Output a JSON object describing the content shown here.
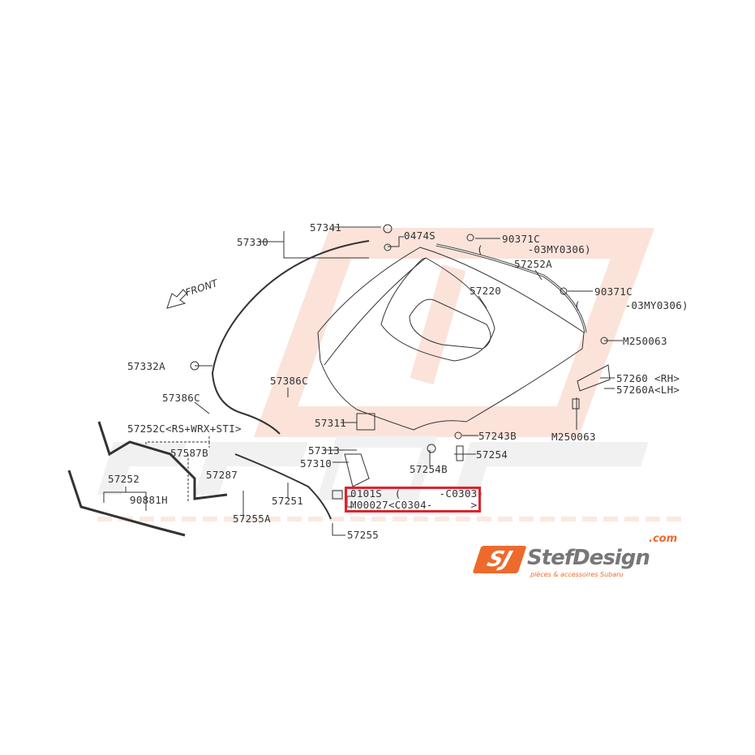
{
  "labels": {
    "p57341": "57341",
    "p57330": "57330",
    "p0474S": "0474S",
    "p90371C_a": "90371C",
    "p90371C_a_note": "(       -03MY0306)",
    "p57252A": "57252A",
    "p57220": "57220",
    "p90371C_b": "90371C",
    "p90371C_b_note": "(       -03MY0306)",
    "p57332A": "57332A",
    "pM250063_a": "M250063",
    "p57386C_a": "57386C",
    "p57386C_b": "57386C",
    "p57260": "57260 <RH>",
    "p57260A": "57260A<LH>",
    "p57311": "57311",
    "p57243B": "57243B",
    "pM250063_b": "M250063",
    "p57252C": "57252C<RS+WRX+STI>",
    "p57587B": "57587B",
    "p57313": "57313",
    "p57254": "57254",
    "p57310": "57310",
    "p57254B": "57254B",
    "p57287": "57287",
    "p57252": "57252",
    "p0101S": "0101S  (      -C0303)",
    "p57251": "57251",
    "p90881H": "90881H",
    "pM00027": "M00027<C0304-      >",
    "p57255A": "57255A",
    "p57255": "57255"
  },
  "direction": "FRONT",
  "watermark": {
    "name": "StefDesign",
    "tagline": "pièces & accessoires Subaru",
    "com": ".com"
  },
  "logo": {
    "mark": "SJ",
    "name": "StefDesign",
    "com": ".com",
    "tagline": "pièces & accessoires Subaru",
    "accent": "#ee6a2c"
  },
  "highlight_color": "#e3202b"
}
